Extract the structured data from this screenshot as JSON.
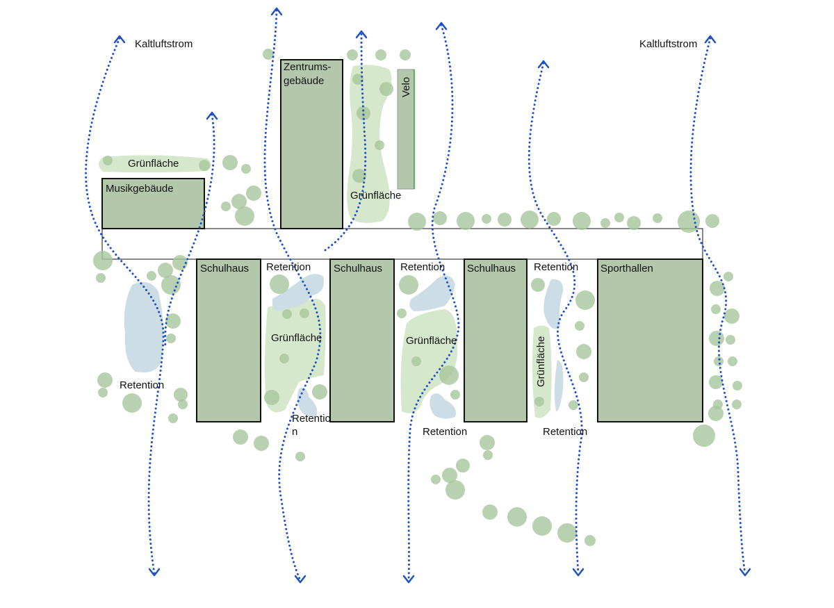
{
  "colors": {
    "building": "#b3c8aa",
    "green_area": "#d6e8cc",
    "retention": "#cddde6",
    "tree": "#a6c59c",
    "airflow": "#1f4fc4",
    "velo_edge": "#22aa33"
  },
  "labels": {
    "kaltluft_left": "Kaltluftstrom",
    "kaltluft_right": "Kaltluftstrom",
    "gruen_top_left": "Grünfläche",
    "gruen_center_top": "Grünfläche",
    "gruen_mid_1": "Grünfläche",
    "gruen_mid_2": "Grünfläche",
    "gruen_mid_3": "Grünfläche",
    "ret_left": "Retention",
    "ret_top_1": "Retention",
    "ret_top_2": "Retention",
    "ret_top_3": "Retention",
    "ret_bottom_1_line1": "Retentio",
    "ret_bottom_1_line2": "n",
    "ret_bottom_2": "Retention",
    "ret_bottom_3": "Retention"
  },
  "buildings": {
    "musik": "Musikgebäude",
    "zentrum_line1": "Zentrums-",
    "zentrum_line2": "gebäude",
    "velo": "Velo",
    "schulhaus_1": "Schulhaus",
    "schulhaus_2": "Schulhaus",
    "schulhaus_3": "Schulhaus",
    "sporthallen": "Sporthallen"
  }
}
